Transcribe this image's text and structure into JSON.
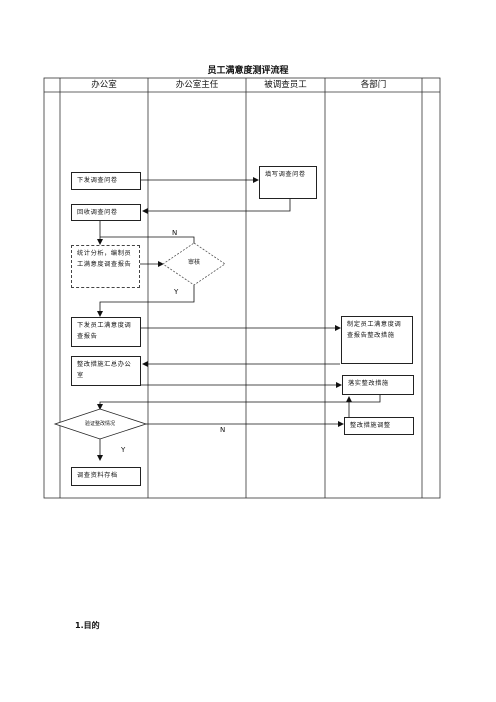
{
  "title": "员工满意度测评流程",
  "lanes": [
    "办公室",
    "办公室主任",
    "被调查员工",
    "各部门"
  ],
  "nodes": {
    "issue_survey": "下发调查问卷",
    "fill_survey": "填写调查问卷",
    "collect_survey": "回收调查问卷",
    "analyze": "统计分析，编制员工满意度调查报告",
    "review": "审核",
    "issue_report": "下发员工满意度调查报告",
    "make_plan": "制定员工满意度调查报告整改措施",
    "summarize": "整改措施汇总办公室",
    "implement": "落实整改措施",
    "verify": "验证整改情况",
    "adjust": "整改措施调整",
    "archive": "调查资料存档"
  },
  "labels": {
    "review_no": "N",
    "review_yes": "Y",
    "verify_no": "N",
    "verify_yes": "Y"
  },
  "section_heading": "1.目的"
}
